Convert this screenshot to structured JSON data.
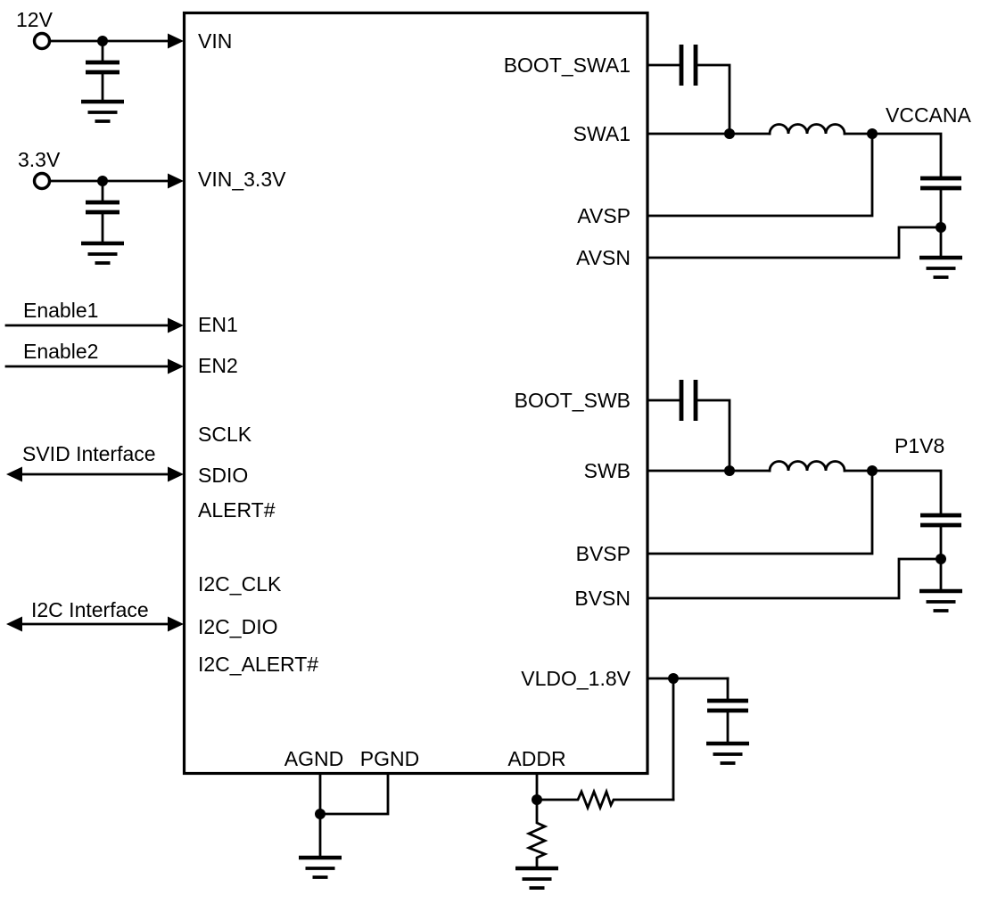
{
  "schematic": {
    "colors": {
      "line": "#000000",
      "background": "#ffffff"
    },
    "ic": {
      "left_pins": {
        "vin": "VIN",
        "vin_3_3v": "VIN_3.3V",
        "en1": "EN1",
        "en2": "EN2",
        "sclk": "SCLK",
        "sdio": "SDIO",
        "alert": "ALERT#",
        "i2c_clk": "I2C_CLK",
        "i2c_dio": "I2C_DIO",
        "i2c_alert": "I2C_ALERT#"
      },
      "right_pins": {
        "boot_swa1": "BOOT_SWA1",
        "swa1": "SWA1",
        "avsp": "AVSP",
        "avsn": "AVSN",
        "boot_swb": "BOOT_SWB",
        "swb": "SWB",
        "bvsp": "BVSP",
        "bvsn": "BVSN",
        "vldo_1_8v": "VLDO_1.8V"
      },
      "bottom_pins": {
        "agnd": "AGND",
        "pgnd": "PGND",
        "addr": "ADDR"
      }
    },
    "external_labels": {
      "supply_12v": "12V",
      "supply_3_3v": "3.3V",
      "enable1": "Enable1",
      "enable2": "Enable2",
      "svid_interface": "SVID Interface",
      "i2c_interface": "I2C Interface"
    },
    "output_nets": {
      "vccana": "VCCANA",
      "p1v8": "P1V8"
    }
  }
}
